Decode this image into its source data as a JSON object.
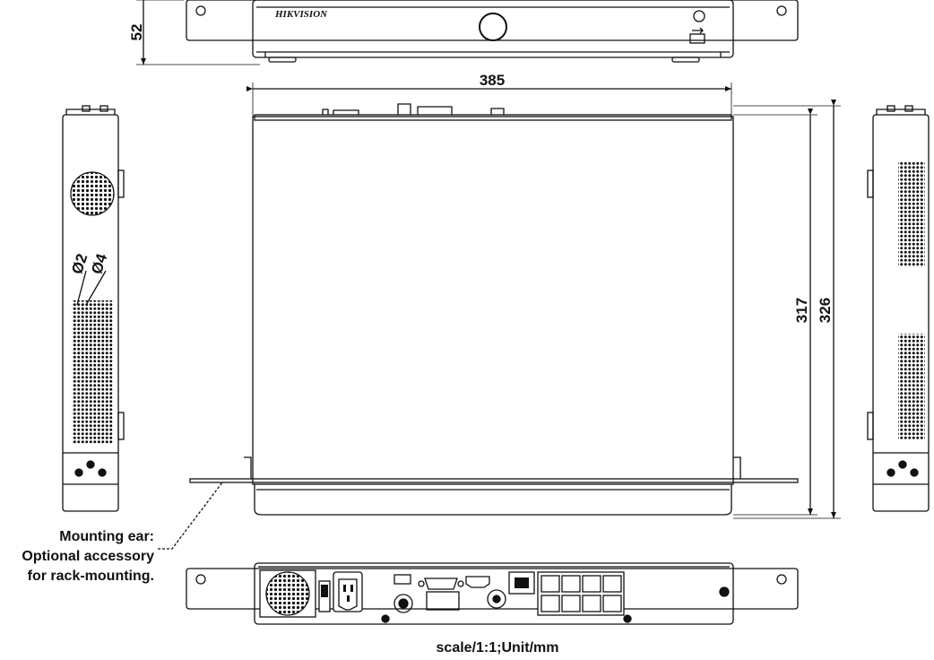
{
  "brand": "HIKVISION",
  "dimensions": {
    "height": "52",
    "width": "385",
    "depth_body": "317",
    "depth_total": "326",
    "hole_small": "Ø2",
    "hole_large": "Ø4"
  },
  "annotation": {
    "line1": "Mounting ear:",
    "line2": "Optional accessory",
    "line3": "for rack-mounting."
  },
  "footer": "scale/1:1;Unit/mm",
  "colors": {
    "line": "#111111",
    "background": "#ffffff"
  }
}
